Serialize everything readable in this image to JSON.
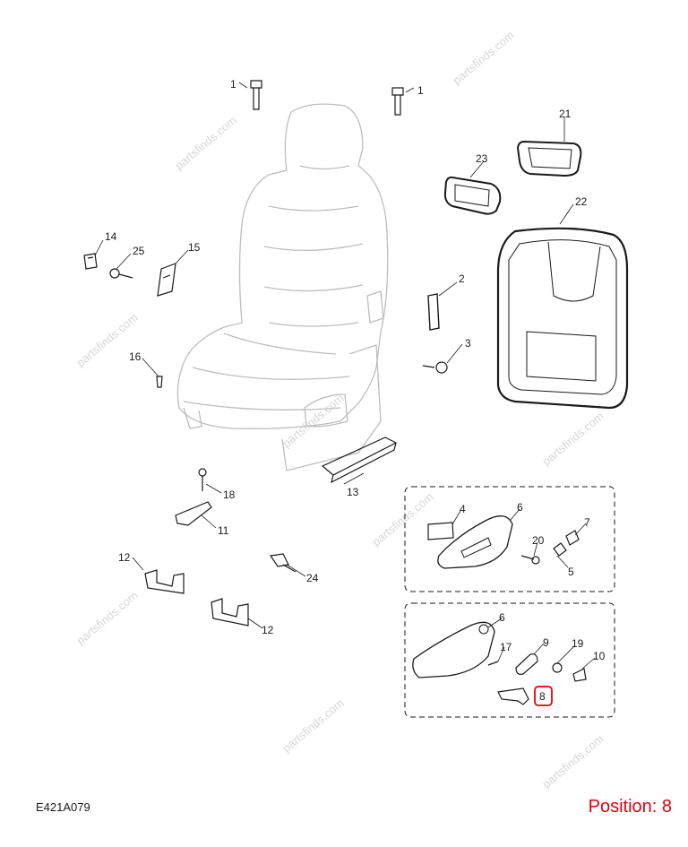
{
  "diagram": {
    "code": "E421A079",
    "position_text": "Position: 8",
    "highlight_color": "#e3000f",
    "watermark": "partsfinds.com",
    "callouts": [
      "1",
      "1",
      "2",
      "3",
      "4",
      "5",
      "6",
      "6",
      "7",
      "8",
      "9",
      "10",
      "11",
      "12",
      "12",
      "13",
      "14",
      "15",
      "16",
      "17",
      "18",
      "19",
      "20",
      "21",
      "22",
      "23",
      "24",
      "25"
    ]
  }
}
